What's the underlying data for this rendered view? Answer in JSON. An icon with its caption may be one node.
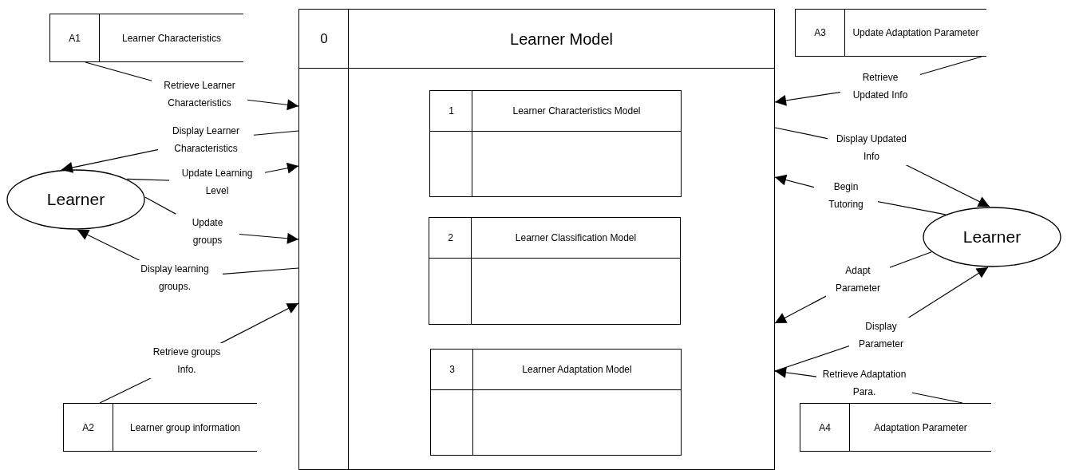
{
  "diagram": {
    "nodes": [
      {
        "text": [
          "0",
          "Learner Model"
        ]
      },
      {
        "text": [
          "1",
          "Learner Characteristics Model"
        ],
        "in": 0
      },
      {
        "text": [
          "2",
          "Learner Classification Model"
        ],
        "in": 0
      },
      {
        "text": [
          "3",
          "Learner Adaptation Model"
        ],
        "in": 0
      },
      {
        "text": [
          "A1",
          "Learner Characteristics"
        ]
      },
      {
        "text": [
          "Learner"
        ]
      },
      {
        "text": [
          "A2",
          "Learner group information"
        ]
      },
      {
        "text": [
          "A3",
          "Update Adaptation Parameter"
        ]
      },
      {
        "text": [
          "Learner"
        ]
      },
      {
        "text": [
          "A4",
          "Adaptation Parameter"
        ]
      }
    ],
    "edges": [
      {
        "from": 4,
        "to": 0,
        "arrow": "to",
        "label": "Retrieve Learner Characteristics"
      },
      {
        "from": 0,
        "to": 5,
        "arrow": "to",
        "label": "Display Learner Characteristics"
      },
      {
        "from": 5,
        "to": 0,
        "arrow": "to",
        "label": "Update Learning Level"
      },
      {
        "from": 5,
        "to": 0,
        "arrow": "to",
        "label": "Update groups"
      },
      {
        "from": 0,
        "to": 5,
        "arrow": "to",
        "label": "Display learning groups."
      },
      {
        "from": 6,
        "to": 0,
        "arrow": "to",
        "label": "Retrieve groups Info."
      },
      {
        "from": 7,
        "to": 0,
        "arrow": "to",
        "label": "Retrieve Updated Info"
      },
      {
        "from": 0,
        "to": 8,
        "arrow": "to",
        "label": "Display Updated Info"
      },
      {
        "from": 8,
        "to": 0,
        "arrow": "to",
        "label": "Begin Tutoring"
      },
      {
        "from": 8,
        "to": 0,
        "arrow": "to",
        "label": "Adapt Parameter"
      },
      {
        "from": 0,
        "to": 8,
        "arrow": "to",
        "label": "Display Parameter"
      },
      {
        "from": 9,
        "to": 0,
        "arrow": "to",
        "label": "Retrieve Adaptation Para."
      }
    ]
  }
}
